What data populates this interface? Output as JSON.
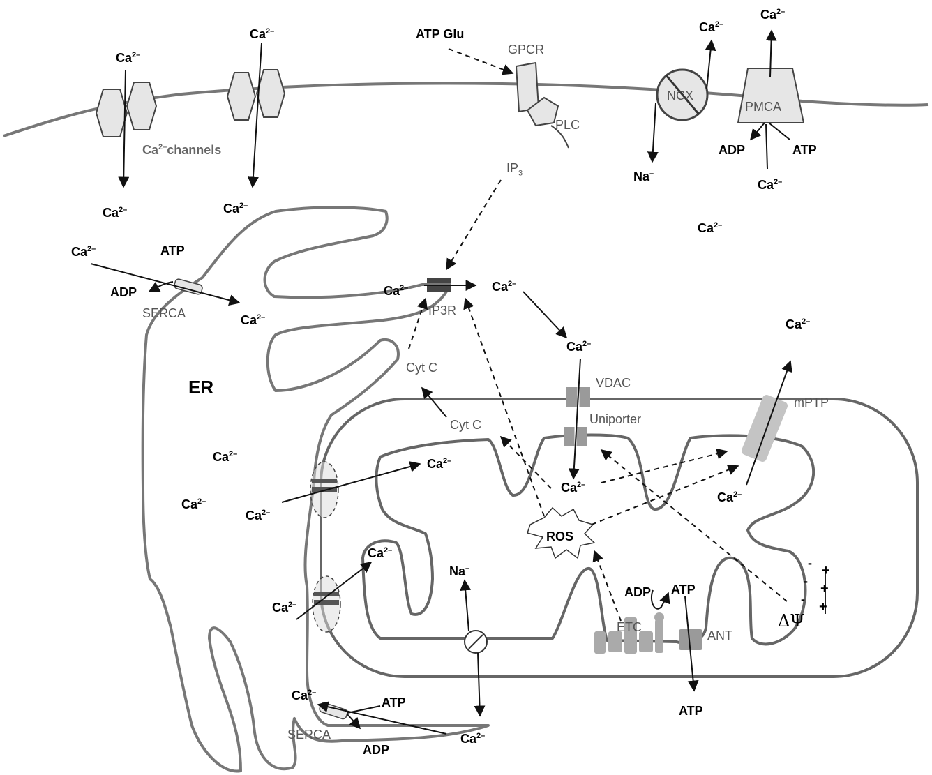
{
  "labels": {
    "ca_sym": "Ca",
    "ca_sup": "2–",
    "ca_channels_suffix": "channels",
    "atp": "ATP",
    "adp": "ADP",
    "atp_glu": "ATP Glu",
    "gpcr": "GPCR",
    "plc": "PLC",
    "ip_sym": "IP",
    "ip_sub": "3",
    "ncx": "NCX",
    "pmca": "PMCA",
    "na_sym": "Na",
    "na_sup": "–",
    "serca": "SERCA",
    "er": "ER",
    "ip3r": "IP3R",
    "cyt_c": "Cyt C",
    "vdac": "VDAC",
    "uniporter": "Uniporter",
    "mptp": "mPTP",
    "ros": "ROS",
    "etc": "ETC",
    "ant": "ANT",
    "delta_psi": "ΔΨ",
    "minus": "-",
    "plus": "+"
  },
  "colors": {
    "membrane": "#777777",
    "arrow": "#111111",
    "channel_fill": "#e6e6e6",
    "protein_fill": "#9a9a9a",
    "mptp_fill": "#c4c4c4"
  }
}
